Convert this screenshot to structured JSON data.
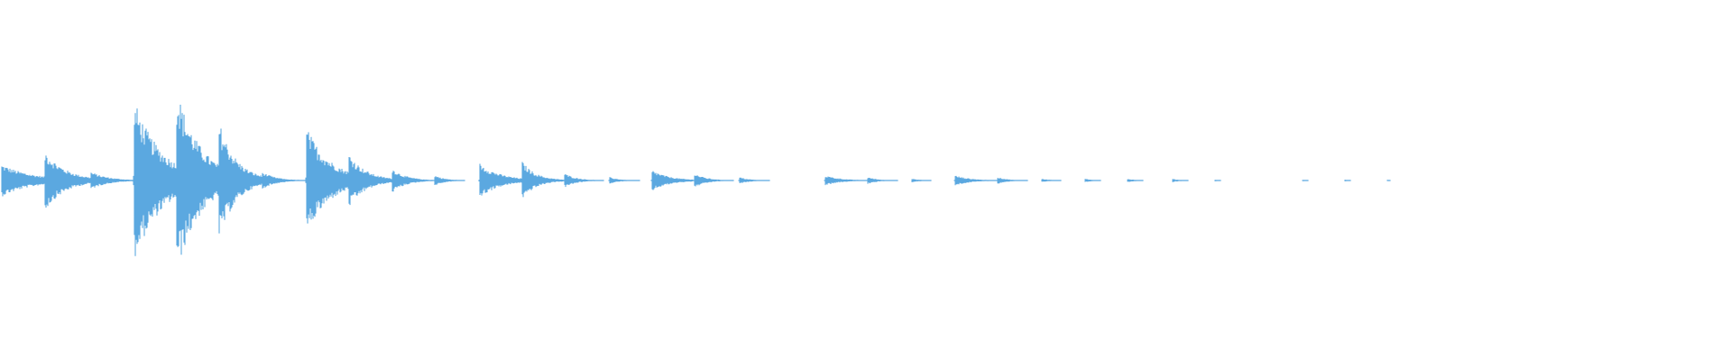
{
  "waveform": {
    "color": "#5ba8e0",
    "background": "#ffffff",
    "events": [
      {
        "t": 0.0,
        "amp": 0.09,
        "decay": 0.018
      },
      {
        "t": 0.025,
        "amp": 0.17,
        "decay": 0.012
      },
      {
        "t": 0.052,
        "amp": 0.05,
        "decay": 0.01
      },
      {
        "t": 0.077,
        "amp": 0.46,
        "decay": 0.016
      },
      {
        "t": 0.102,
        "amp": 0.52,
        "decay": 0.014
      },
      {
        "t": 0.127,
        "amp": 0.33,
        "decay": 0.01
      },
      {
        "t": 0.152,
        "amp": 0.05,
        "decay": 0.008
      },
      {
        "t": 0.178,
        "amp": 0.3,
        "decay": 0.014
      },
      {
        "t": 0.203,
        "amp": 0.15,
        "decay": 0.01
      },
      {
        "t": 0.228,
        "amp": 0.07,
        "decay": 0.008
      },
      {
        "t": 0.253,
        "amp": 0.03,
        "decay": 0.006
      },
      {
        "t": 0.279,
        "amp": 0.1,
        "decay": 0.012
      },
      {
        "t": 0.304,
        "amp": 0.11,
        "decay": 0.008
      },
      {
        "t": 0.329,
        "amp": 0.04,
        "decay": 0.007
      },
      {
        "t": 0.355,
        "amp": 0.02,
        "decay": 0.006
      },
      {
        "t": 0.38,
        "amp": 0.06,
        "decay": 0.01
      },
      {
        "t": 0.405,
        "amp": 0.04,
        "decay": 0.007
      },
      {
        "t": 0.431,
        "amp": 0.02,
        "decay": 0.006
      },
      {
        "t": 0.481,
        "amp": 0.03,
        "decay": 0.009
      },
      {
        "t": 0.506,
        "amp": 0.02,
        "decay": 0.006
      },
      {
        "t": 0.532,
        "amp": 0.01,
        "decay": 0.006
      },
      {
        "t": 0.557,
        "amp": 0.03,
        "decay": 0.009
      },
      {
        "t": 0.582,
        "amp": 0.02,
        "decay": 0.006
      },
      {
        "t": 0.608,
        "amp": 0.01,
        "decay": 0.006
      },
      {
        "t": 0.633,
        "amp": 0.01,
        "decay": 0.005
      },
      {
        "t": 0.658,
        "amp": 0.01,
        "decay": 0.005
      },
      {
        "t": 0.684,
        "amp": 0.01,
        "decay": 0.005
      },
      {
        "t": 0.709,
        "amp": 0.005,
        "decay": 0.003
      },
      {
        "t": 0.76,
        "amp": 0.005,
        "decay": 0.003
      },
      {
        "t": 0.785,
        "amp": 0.005,
        "decay": 0.003
      },
      {
        "t": 0.81,
        "amp": 0.004,
        "decay": 0.002
      }
    ]
  }
}
